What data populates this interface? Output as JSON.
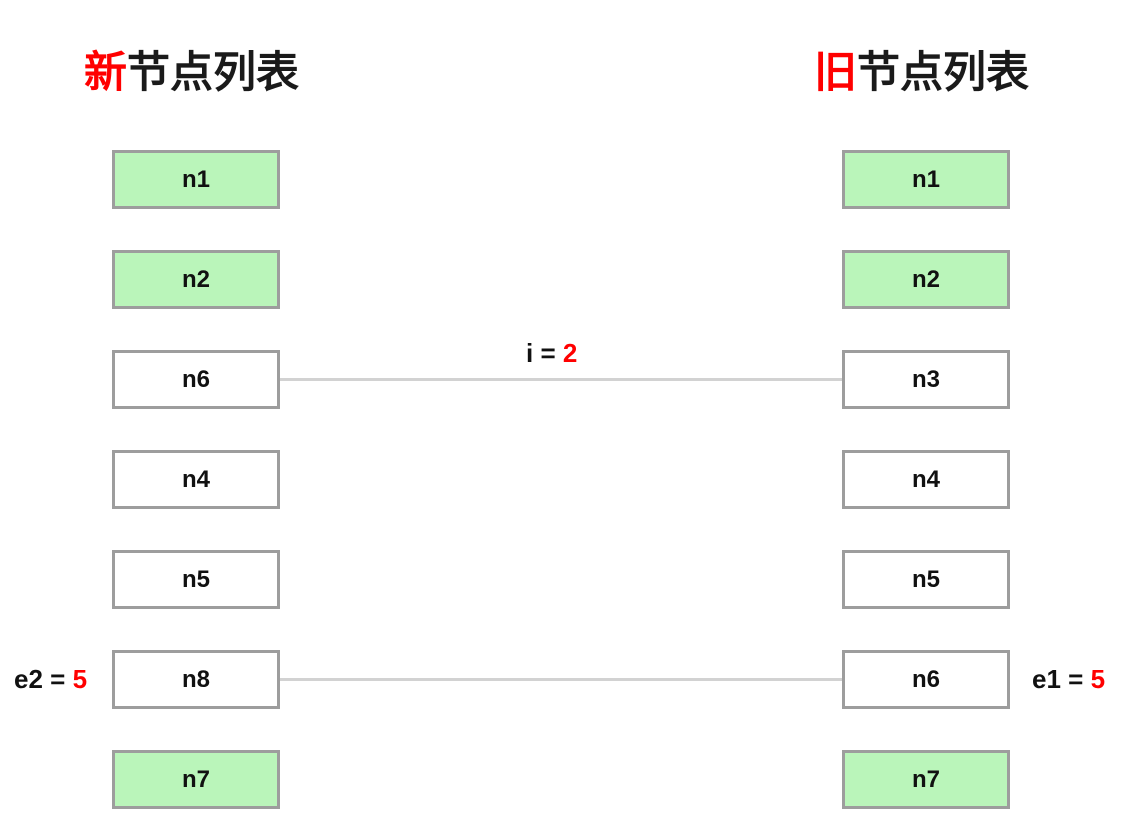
{
  "diagram": {
    "background_color": "#ffffff",
    "node_border_color": "#9d9d9d",
    "node_highlight_color": "#baf5ba",
    "accent_color": "#ff0000",
    "connector_color": "#d2d2d2"
  },
  "left_column": {
    "title_highlight": "新",
    "title_rest": "节点列表",
    "nodes": [
      {
        "label": "n1",
        "highlighted": true
      },
      {
        "label": "n2",
        "highlighted": true
      },
      {
        "label": "n6",
        "highlighted": false
      },
      {
        "label": "n4",
        "highlighted": false
      },
      {
        "label": "n5",
        "highlighted": false
      },
      {
        "label": "n8",
        "highlighted": false
      },
      {
        "label": "n7",
        "highlighted": true
      }
    ]
  },
  "right_column": {
    "title_highlight": "旧",
    "title_rest": "节点列表",
    "nodes": [
      {
        "label": "n1",
        "highlighted": true
      },
      {
        "label": "n2",
        "highlighted": true
      },
      {
        "label": "n3",
        "highlighted": false
      },
      {
        "label": "n4",
        "highlighted": false
      },
      {
        "label": "n5",
        "highlighted": false
      },
      {
        "label": "n6",
        "highlighted": false
      },
      {
        "label": "n7",
        "highlighted": true
      }
    ]
  },
  "annotations": {
    "index": {
      "name": "i",
      "eq": " = ",
      "value": "2"
    },
    "end_new": {
      "name": "e2",
      "eq": " = ",
      "value": "5"
    },
    "end_old": {
      "name": "e1",
      "eq": " = ",
      "value": "5"
    }
  }
}
